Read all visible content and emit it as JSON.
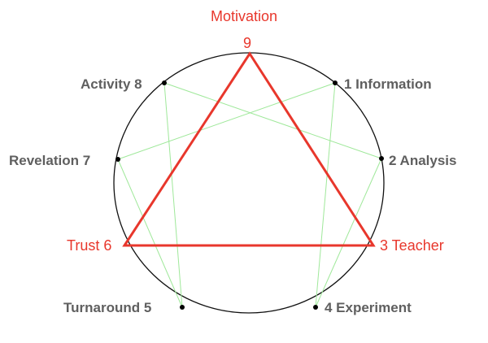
{
  "colors": {
    "triangle": "#e8372c",
    "hexad": "#9fe89a",
    "circle": "#111111",
    "label": "#5f5f5f"
  },
  "title": "Motivation",
  "points": [
    {
      "num": "9",
      "label": "Motivation"
    },
    {
      "num": "1",
      "label": "1 Information"
    },
    {
      "num": "2",
      "label": "2  Analysis"
    },
    {
      "num": "3",
      "label": "3 Teacher"
    },
    {
      "num": "4",
      "label": "4 Experiment"
    },
    {
      "num": "5",
      "label": "Turnaround 5"
    },
    {
      "num": "6",
      "label": "Trust  6"
    },
    {
      "num": "7",
      "label": "Revelation  7"
    },
    {
      "num": "8",
      "label": "Activity 8"
    }
  ],
  "triangle": [
    "9",
    "3",
    "6"
  ],
  "hexad": [
    "1",
    "4",
    "2",
    "8",
    "5",
    "7"
  ]
}
